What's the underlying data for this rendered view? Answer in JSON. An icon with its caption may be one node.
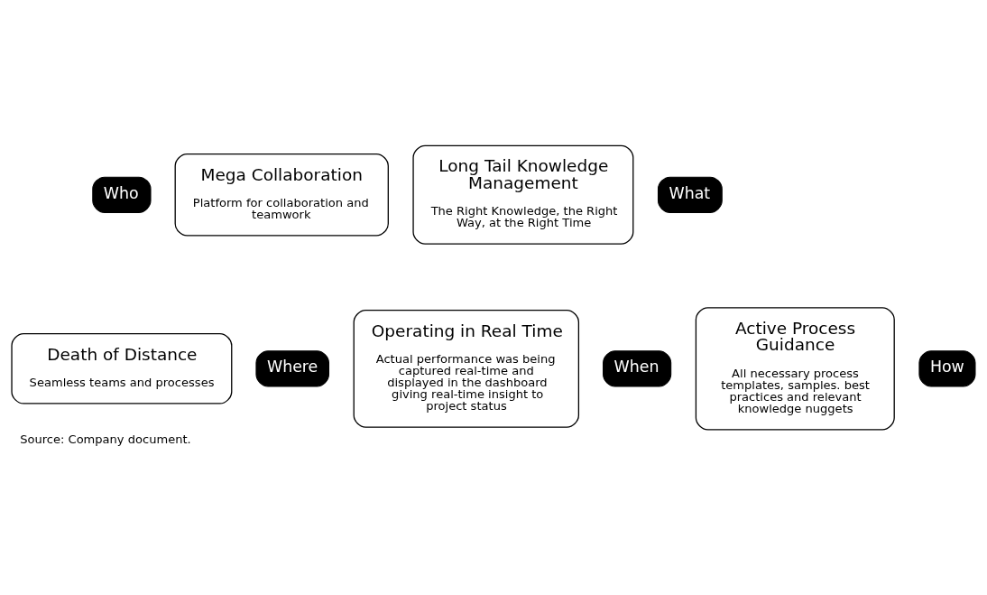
{
  "diagram": {
    "caption": "Source: Company document.",
    "nodes": [
      {
        "text": [
          "Who"
        ]
      },
      {
        "text": [
          "Mega Collaboration",
          "Platform for collaboration and teamwork"
        ]
      },
      {
        "text": [
          "Long Tail Knowledge Management",
          "The Right Knowledge, the Right Way, at the Right Time"
        ]
      },
      {
        "text": [
          "What"
        ]
      },
      {
        "text": [
          "Death of Distance",
          "Seamless teams and processes"
        ]
      },
      {
        "text": [
          "Where"
        ]
      },
      {
        "text": [
          "Operating in Real Time",
          "Actual performance was being captured real-time and displayed in the dashboard giving real-time insight to project status"
        ]
      },
      {
        "text": [
          "When"
        ]
      },
      {
        "text": [
          "Active Process Guidance",
          "All necessary process templates, samples. best practices and relevant knowledge nuggets"
        ]
      },
      {
        "text": [
          "How"
        ]
      }
    ],
    "edges": []
  }
}
